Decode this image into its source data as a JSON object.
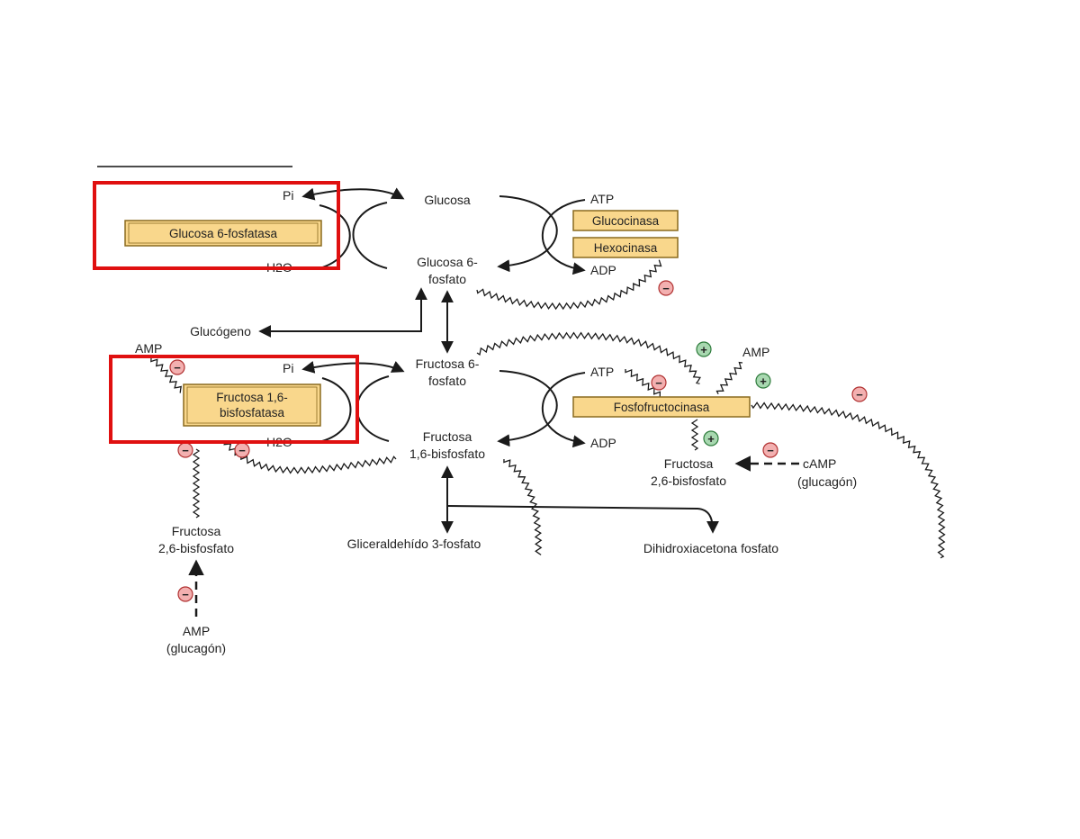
{
  "colors": {
    "enzyme_fill": "#f9d78c",
    "enzyme_border": "#8a6a1e",
    "highlight": "#e01010",
    "neg_fill": "#f3b0b0",
    "neg_stroke": "#b03030",
    "pos_fill": "#a8d8b0",
    "pos_stroke": "#2c7a3a",
    "arrow": "#1a1a1a"
  },
  "metabolites": {
    "glucose": "Glucosa",
    "g6p_line1": "Glucosa 6-",
    "g6p_line2": "fosfato",
    "glycogen": "Glucógeno",
    "f6p_line1": "Fructosa 6-",
    "f6p_line2": "fosfato",
    "f16bp_line1": "Fructosa",
    "f16bp_line2": "1,6-bisfosfato",
    "gap": "Gliceraldehído 3-fosfato",
    "dhap": "Dihidroxiacetona fosfato",
    "f26bp_left_line1": "Fructosa",
    "f26bp_left_line2": "2,6-bisfosfato",
    "f26bp_right_line1": "Fructosa",
    "f26bp_right_line2": "2,6-bisfosfato"
  },
  "cofactors": {
    "pi_top": "Pi",
    "h2o_top": "H2O",
    "atp_top": "ATP",
    "adp_top": "ADP",
    "amp_left": "AMP",
    "pi_mid": "Pi",
    "h2o_mid": "H2O",
    "atp_mid": "ATP",
    "adp_mid": "ADP",
    "amp_right": "AMP",
    "camp": "cAMP",
    "camp_note": "(glucagón)",
    "amp_bottom": "AMP",
    "amp_bottom_note": "(glucagón)"
  },
  "enzymes": {
    "g6pase": "Glucosa 6-fosfatasa",
    "glucokinase": "Glucocinasa",
    "hexokinase": "Hexocinasa",
    "fbpase_line1": "Fructosa 1,6-",
    "fbpase_line2": "bisfosfatasa",
    "pfk": "Fosfofructocinasa"
  },
  "signs": {
    "negative": "−",
    "positive": "+"
  }
}
